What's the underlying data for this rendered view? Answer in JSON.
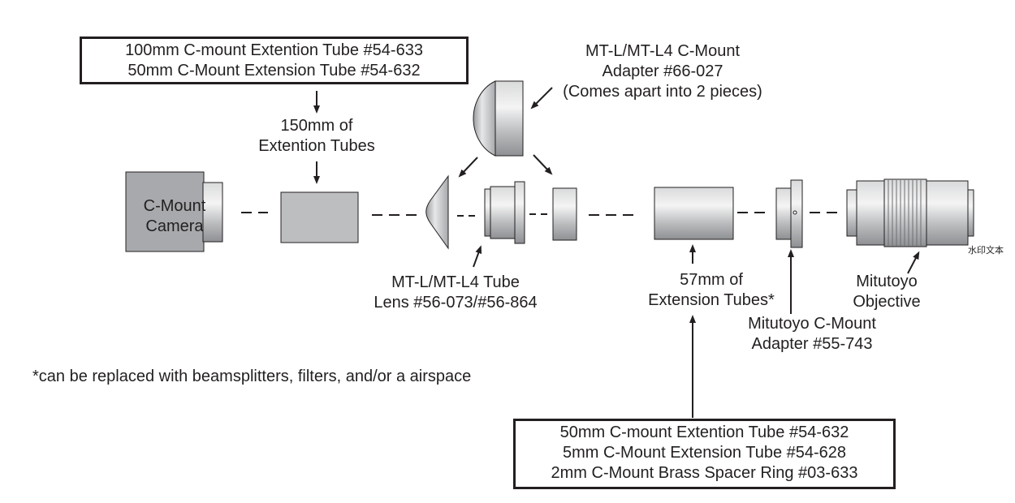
{
  "boxes": {
    "top_left": [
      "100mm C-mount Extention Tube #54-633",
      "50mm C-Mount Extension Tube #54-632"
    ],
    "bottom": [
      "50mm C-mount Extention Tube #54-632",
      "5mm C-Mount Extension Tube #54-628",
      "2mm C-Mount Brass Spacer Ring #03-633"
    ]
  },
  "labels": {
    "extension_150": [
      "150mm of",
      "Extention Tubes"
    ],
    "adapter_top": [
      "MT-L/MT-L4 C-Mount",
      "Adapter #66-027",
      "(Comes apart into 2 pieces)"
    ],
    "camera": [
      "C-Mount",
      "Camera"
    ],
    "tube_lens": [
      "MT-L/MT-L4 Tube",
      "Lens #56-073/#56-864"
    ],
    "extension_57": [
      "57mm of",
      "Extension Tubes*"
    ],
    "mitutoyo_adapter": [
      "Mitutoyo C-Mount",
      "Adapter #55-743"
    ],
    "mitutoyo_objective": [
      "Mitutoyo",
      "Objective"
    ]
  },
  "footnote": "*can be replaced with beamsplitters, filters, and/or a airspace",
  "watermark": "水印文本",
  "colors": {
    "ink": "#231f20",
    "camera_body": "#a7a9ac",
    "tube_fill": "#bcbec0"
  }
}
